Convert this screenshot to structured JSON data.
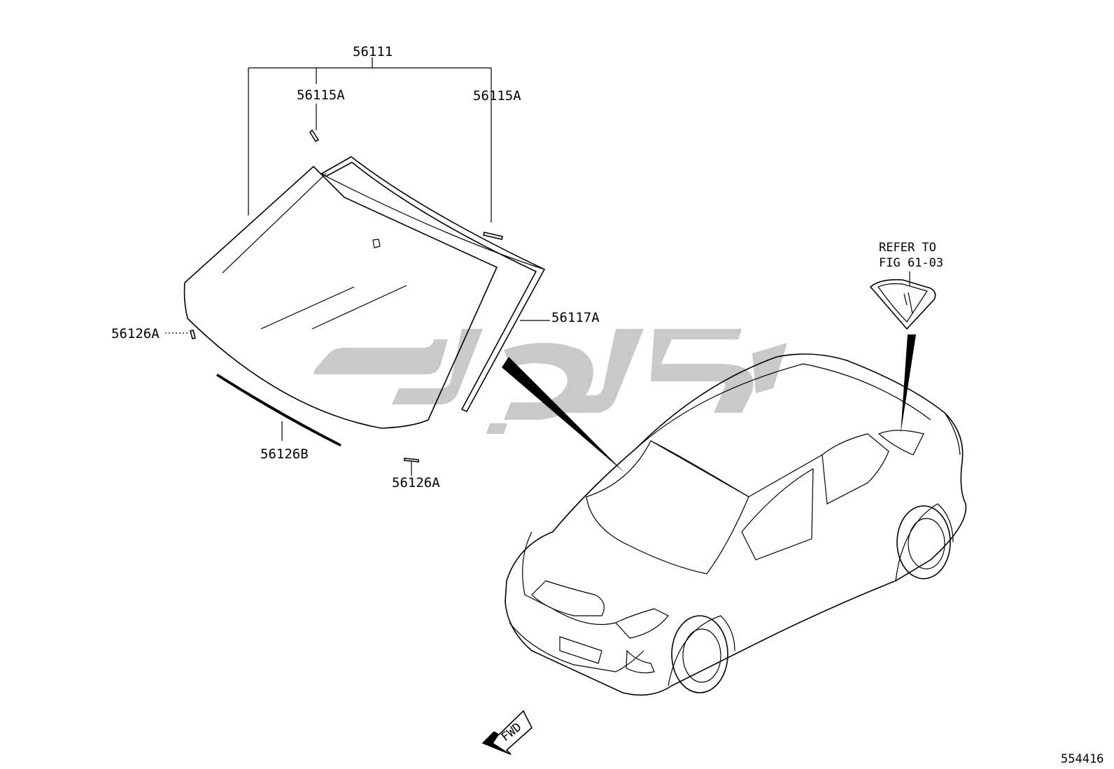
{
  "callouts": {
    "assembly": "56111",
    "clip_left": "56115A",
    "clip_right": "56115A",
    "moulding_side": "56117A",
    "spacer_left": "56126A",
    "dam_lower": "56126B",
    "spacer_bottom": "56126A"
  },
  "reference": {
    "line1": "REFER TO",
    "line2": "FIG 61-03"
  },
  "fwd_label": "FWD",
  "figure_number": "554416",
  "watermark_logo": "یدکی پارت"
}
